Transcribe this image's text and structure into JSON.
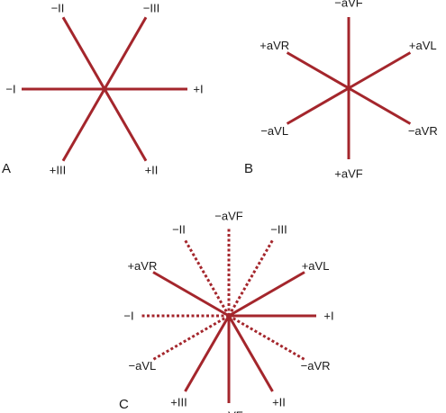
{
  "colors": {
    "line": "#a4262c",
    "text": "#1a1a1a"
  },
  "panels": [
    {
      "letter": "A",
      "style": "solid",
      "leads": [
        {
          "label": "+I",
          "angle": 0
        },
        {
          "label": "+II",
          "angle": 60
        },
        {
          "label": "+III",
          "angle": 120
        },
        {
          "label": "−I",
          "angle": 180
        },
        {
          "label": "−II",
          "angle": 240
        },
        {
          "label": "−III",
          "angle": 300
        }
      ]
    },
    {
      "letter": "B",
      "style": "solid",
      "leads": [
        {
          "label": "−aVR",
          "angle": 30
        },
        {
          "label": "+aVF",
          "angle": 90
        },
        {
          "label": "−aVL",
          "angle": 150
        },
        {
          "label": "+aVR",
          "angle": 210
        },
        {
          "label": "−aVF",
          "angle": 270
        },
        {
          "label": "+aVL",
          "angle": 330
        }
      ]
    },
    {
      "letter": "C",
      "leads": [
        {
          "label": "+I",
          "angle": 0,
          "style": "solid"
        },
        {
          "label": "−aVR",
          "angle": 30,
          "style": "dashed"
        },
        {
          "label": "+II",
          "angle": 60,
          "style": "solid"
        },
        {
          "label": "+aVF",
          "angle": 90,
          "style": "solid"
        },
        {
          "label": "+III",
          "angle": 120,
          "style": "solid"
        },
        {
          "label": "−aVL",
          "angle": 150,
          "style": "dashed"
        },
        {
          "label": "−I",
          "angle": 180,
          "style": "dashed"
        },
        {
          "label": "+aVR",
          "angle": 210,
          "style": "solid"
        },
        {
          "label": "−II",
          "angle": 240,
          "style": "dashed"
        },
        {
          "label": "−aVF",
          "angle": 270,
          "style": "dashed"
        },
        {
          "label": "−III",
          "angle": 300,
          "style": "dashed"
        },
        {
          "label": "+aVL",
          "angle": 330,
          "style": "solid"
        }
      ]
    }
  ]
}
